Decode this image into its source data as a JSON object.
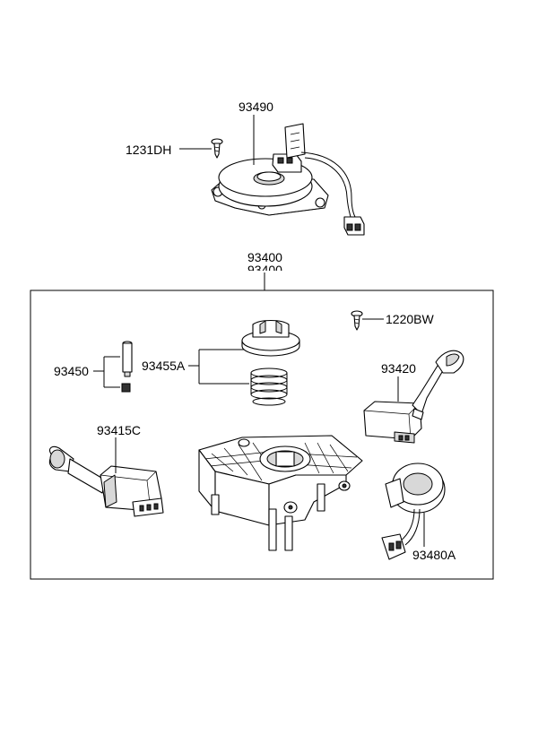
{
  "labels": {
    "p93490": "93490",
    "p1231DH": "1231DH",
    "p93400": "93400",
    "p93400_dup": "93400",
    "p1220BW": "1220BW",
    "p93450": "93450",
    "p93455A": "93455A",
    "p93420": "93420",
    "p93415C": "93415C",
    "p93480A": "93480A"
  }
}
